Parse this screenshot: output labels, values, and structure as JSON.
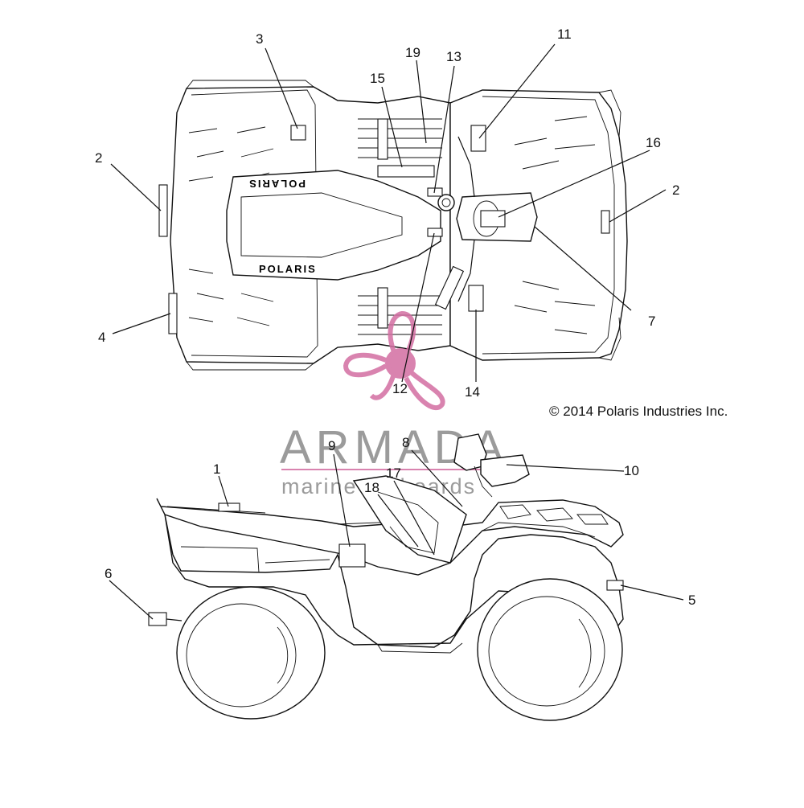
{
  "copyright": "© 2014 Polaris Industries Inc.",
  "brand_text": "POLARIS",
  "watermark": {
    "title": "ARMADA",
    "subtitle": "marine outboards",
    "color": "#d36ea2"
  },
  "callouts": {
    "c1": "1",
    "c2a": "2",
    "c2b": "2",
    "c3": "3",
    "c4": "4",
    "c5": "5",
    "c6": "6",
    "c7": "7",
    "c8": "8",
    "c9": "9",
    "c10": "10",
    "c11": "11",
    "c12": "12",
    "c13": "13",
    "c14": "14",
    "c15": "15",
    "c16": "16",
    "c17": "17",
    "c18": "18",
    "c19": "19"
  }
}
